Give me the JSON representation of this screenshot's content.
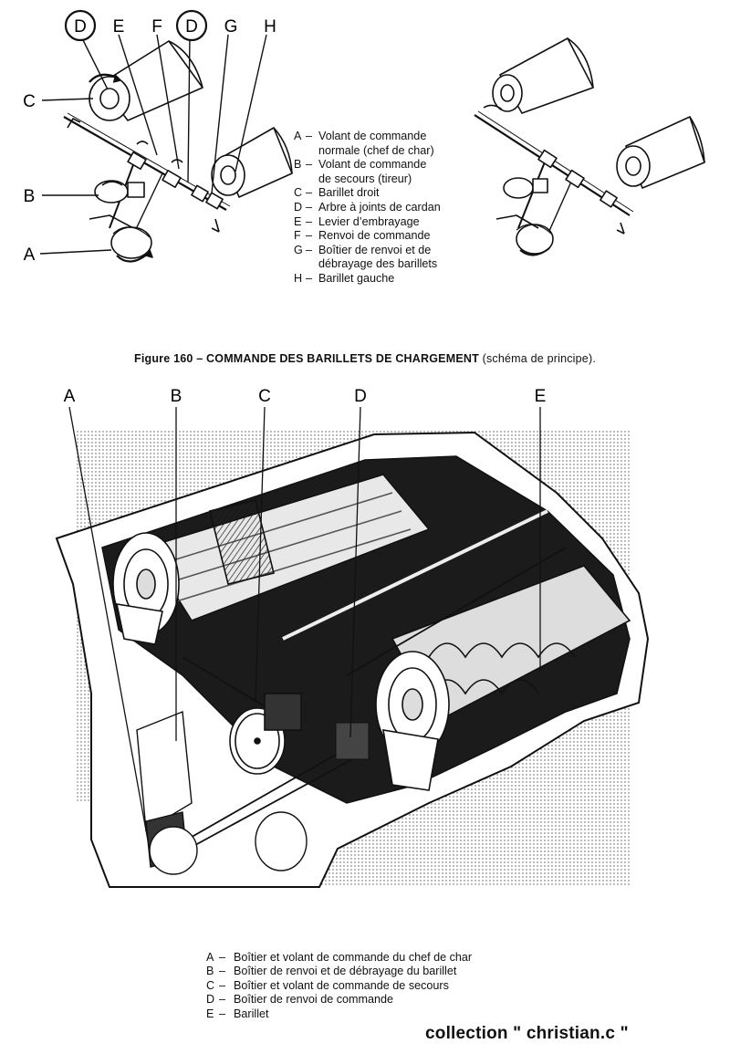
{
  "schematic": {
    "callouts": [
      {
        "letter": "D",
        "circled": true
      },
      {
        "letter": "E",
        "circled": false
      },
      {
        "letter": "F",
        "circled": false
      },
      {
        "letter": "D",
        "circled": true
      },
      {
        "letter": "G",
        "circled": false
      },
      {
        "letter": "H",
        "circled": false
      },
      {
        "letter": "C",
        "circled": false
      },
      {
        "letter": "B",
        "circled": false
      },
      {
        "letter": "A",
        "circled": false
      }
    ],
    "legend": [
      {
        "key": "A",
        "lines": [
          "Volant de commande",
          "normale (chef de char)"
        ]
      },
      {
        "key": "B",
        "lines": [
          "Volant de commande",
          "de secours (tireur)"
        ]
      },
      {
        "key": "C",
        "lines": [
          "Barillet droit"
        ]
      },
      {
        "key": "D",
        "lines": [
          "Arbre à joints de cardan"
        ]
      },
      {
        "key": "E",
        "lines": [
          "Levier d’embrayage"
        ]
      },
      {
        "key": "F",
        "lines": [
          "Renvoi de commande"
        ]
      },
      {
        "key": "G",
        "lines": [
          "Boîtier de renvoi et de",
          "débrayage des barillets"
        ]
      },
      {
        "key": "H",
        "lines": [
          "Barillet gauche"
        ]
      }
    ]
  },
  "caption": {
    "number": "Figure 160 –",
    "title": "COMMANDE DES BARILLETS DE CHARGEMENT",
    "note": "(schéma de principe)."
  },
  "cutaway": {
    "callouts": [
      "A",
      "B",
      "C",
      "D",
      "E"
    ],
    "legend": [
      {
        "key": "A",
        "text": "Boîtier et volant de commande du chef de char"
      },
      {
        "key": "B",
        "text": "Boîtier de renvoi et de débrayage du barillet"
      },
      {
        "key": "C",
        "text": "Boîtier et volant de commande de secours"
      },
      {
        "key": "D",
        "text": "Boîtier de renvoi de commande"
      },
      {
        "key": "E",
        "text": "Barillet"
      }
    ]
  },
  "credit": "collection \" christian.c \""
}
